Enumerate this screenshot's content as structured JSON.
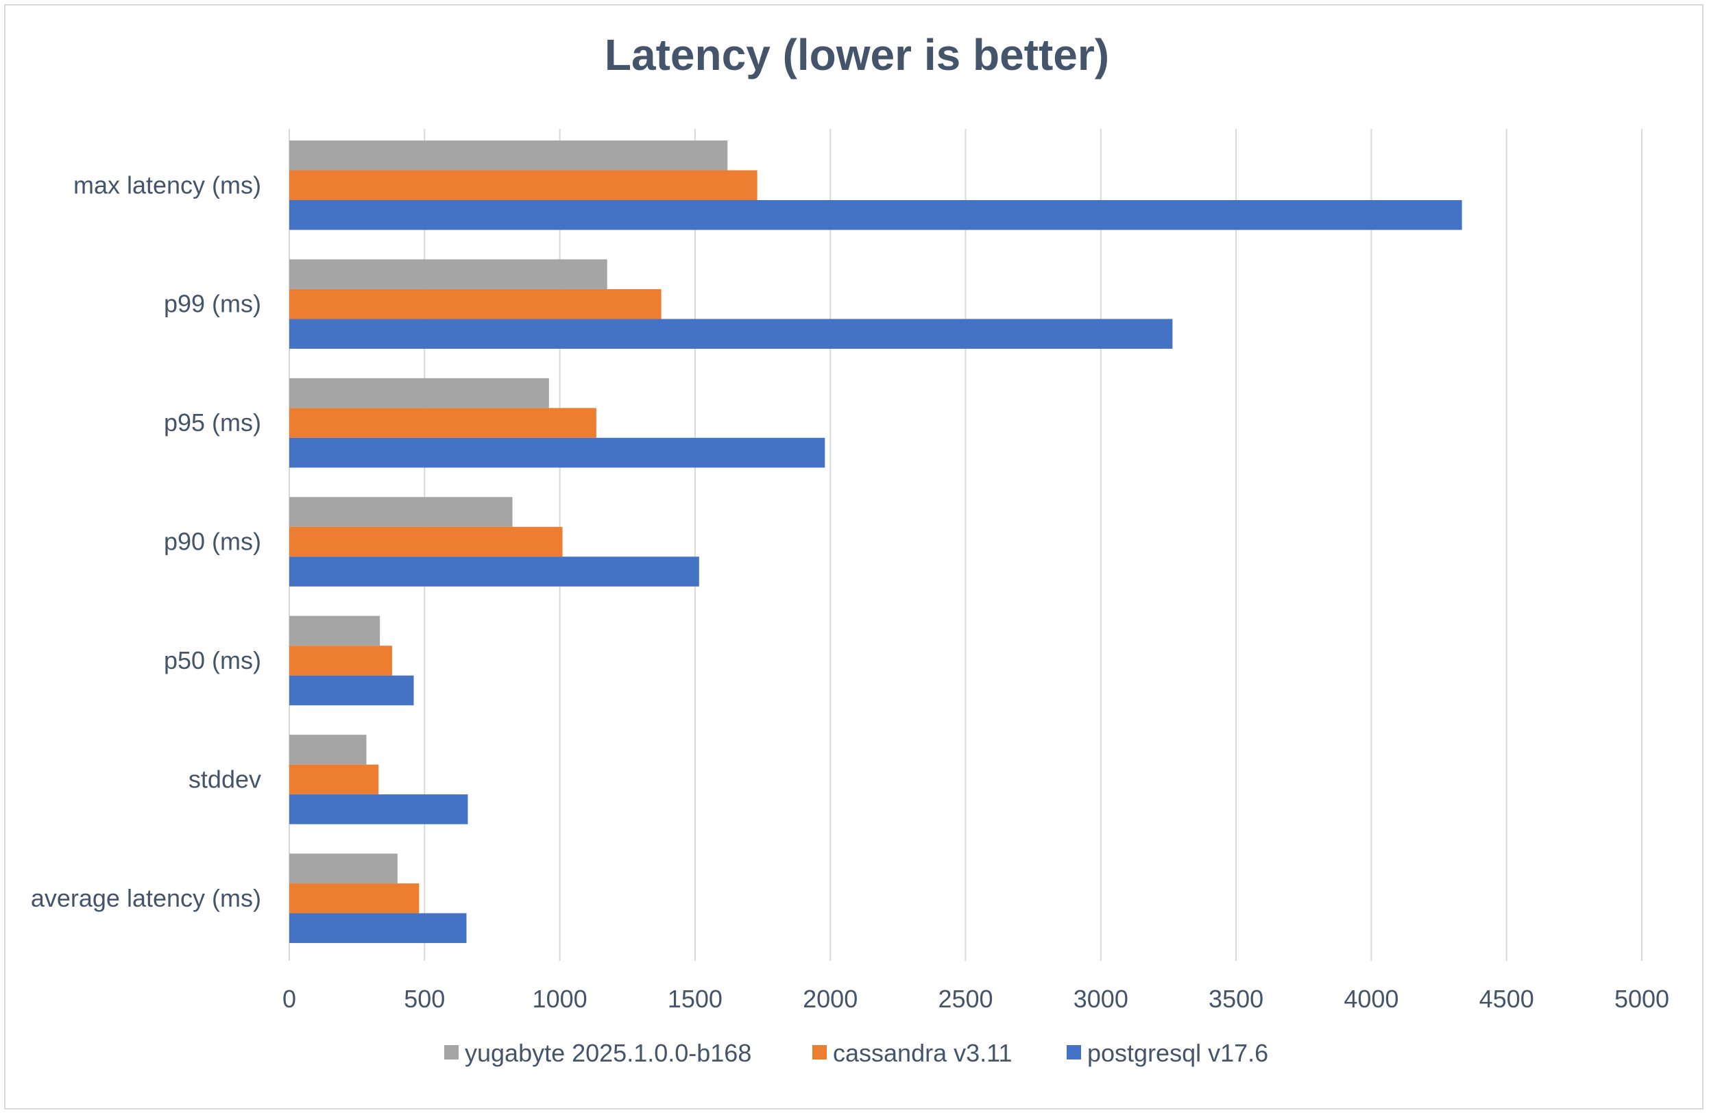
{
  "chart_data": {
    "type": "bar",
    "orientation": "horizontal",
    "title": "Latency (lower is better)",
    "categories": [
      "max latency (ms)",
      "p99 (ms)",
      "p95 (ms)",
      "p90 (ms)",
      "p50 (ms)",
      "stddev",
      "average latency (ms)"
    ],
    "series": [
      {
        "name": "yugabyte 2025.1.0.0-b168",
        "color": "#a5a5a5",
        "values": [
          1620,
          1175,
          960,
          825,
          335,
          285,
          400
        ]
      },
      {
        "name": "cassandra v3.11",
        "color": "#ed7d31",
        "values": [
          1730,
          1375,
          1135,
          1010,
          380,
          330,
          480
        ]
      },
      {
        "name": "postgresql v17.6",
        "color": "#4472c4",
        "values": [
          4335,
          3265,
          1980,
          1515,
          460,
          660,
          655
        ]
      }
    ],
    "xlim": [
      0,
      5000
    ],
    "x_ticks": [
      "0",
      "500",
      "1000",
      "1500",
      "2000",
      "2500",
      "3000",
      "3500",
      "4000",
      "4500",
      "5000"
    ],
    "grid": "vertical",
    "legend_position": "bottom"
  }
}
